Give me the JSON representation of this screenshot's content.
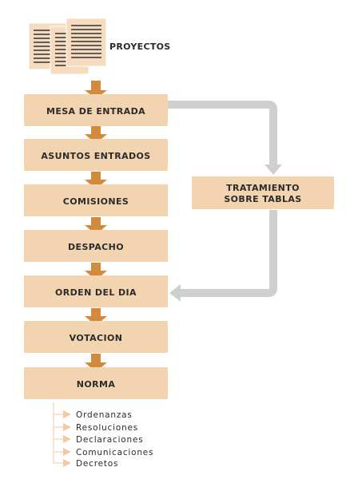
{
  "title": "PROYECTOS",
  "colors": {
    "box_fill": "#f3d4b0",
    "arrow": "#d48a3c",
    "gray_arrow": "#cfcfcf",
    "out_arrow": "#f2c9a0",
    "text": "#2b2b2b"
  },
  "icons": [
    "documents-icon"
  ],
  "main_steps": [
    {
      "label": "MESA DE ENTRADA"
    },
    {
      "label": "ASUNTOS ENTRADOS"
    },
    {
      "label": "COMISIONES"
    },
    {
      "label": "DESPACHO"
    },
    {
      "label": "ORDEN DEL DIA"
    },
    {
      "label": "VOTACION"
    },
    {
      "label": "NORMA"
    }
  ],
  "side_step": {
    "line1": "TRATAMIENTO",
    "line2": "SOBRE TABLAS"
  },
  "outputs": [
    "Ordenanzas",
    "Resoluciones",
    "Declaraciones",
    "Comunicaciones",
    "Decretos"
  ]
}
